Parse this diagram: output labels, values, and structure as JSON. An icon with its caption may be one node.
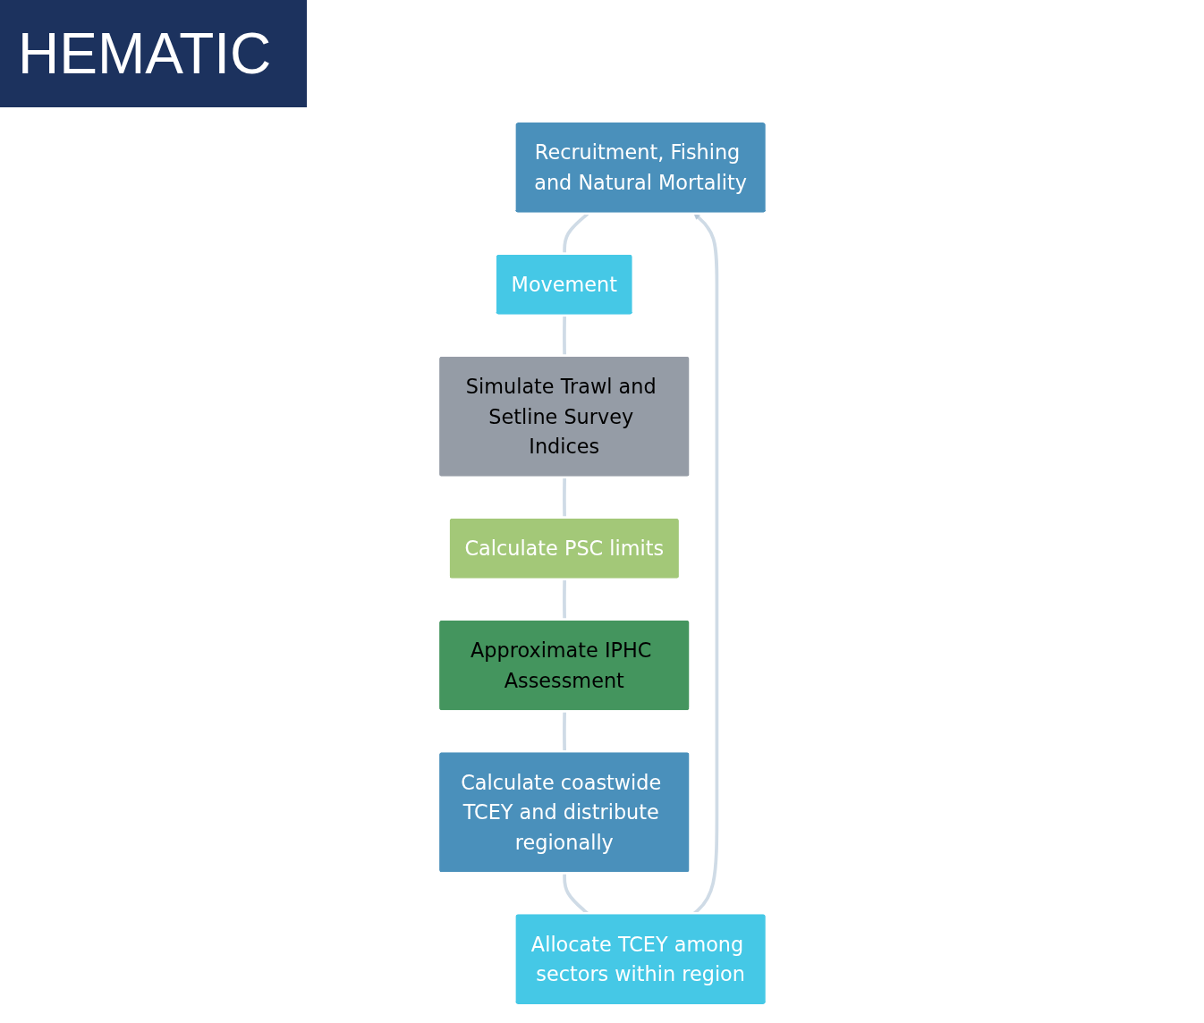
{
  "diagram": {
    "title": "HEMATIC",
    "nodes": [
      {
        "text": [
          "Recruitment, Fishing and Natural Mortality"
        ]
      },
      {
        "text": [
          "Movement"
        ]
      },
      {
        "text": [
          "Simulate Trawl and Setline Survey Indices"
        ]
      },
      {
        "text": [
          "Calculate PSC limits"
        ]
      },
      {
        "text": [
          "Approximate IPHC Assessment"
        ]
      },
      {
        "text": [
          "Calculate coastwide TCEY and distribute regionally"
        ]
      },
      {
        "text": [
          "Allocate TCEY among sectors within region"
        ]
      }
    ],
    "edges": [
      {
        "from": 0,
        "to": 1,
        "arrow": "none"
      },
      {
        "from": 1,
        "to": 2,
        "arrow": "none"
      },
      {
        "from": 2,
        "to": 3,
        "arrow": "none"
      },
      {
        "from": 3,
        "to": 4,
        "arrow": "none"
      },
      {
        "from": 4,
        "to": 5,
        "arrow": "none"
      },
      {
        "from": 5,
        "to": 6,
        "arrow": "none"
      },
      {
        "from": 6,
        "to": 0,
        "arrow": "to"
      }
    ]
  }
}
